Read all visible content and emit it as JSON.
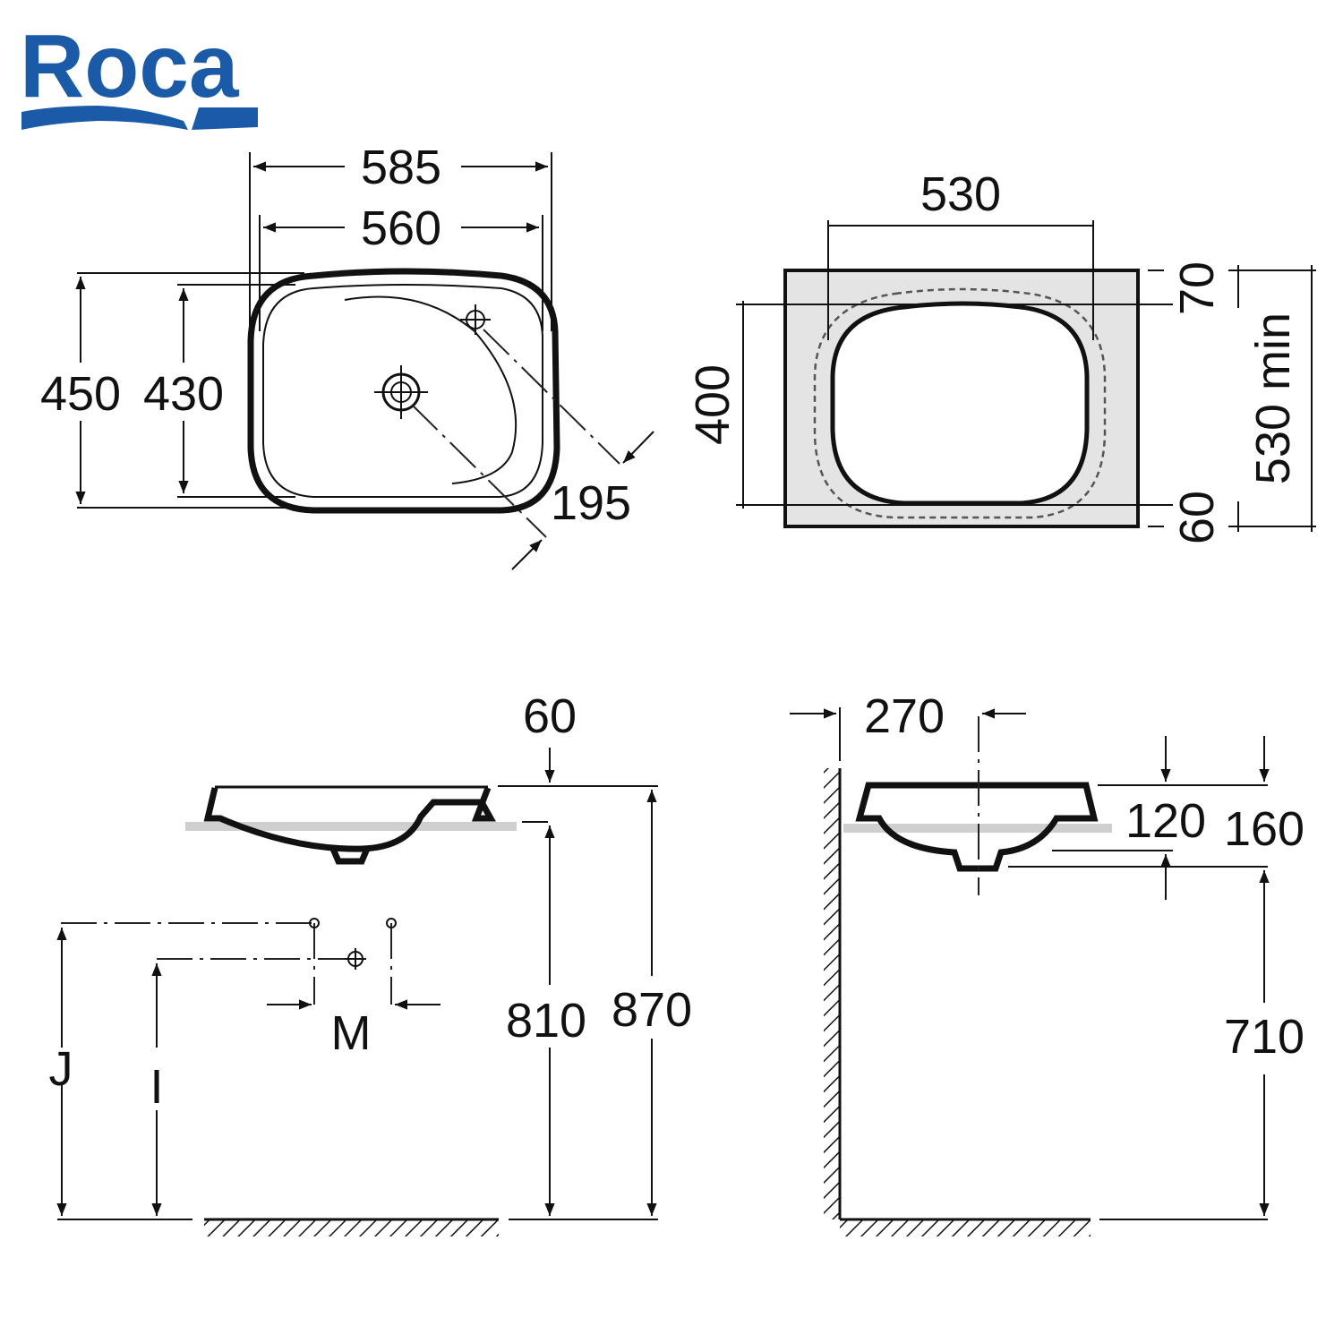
{
  "brand": {
    "name": "Roca",
    "color": "#1b5aa6"
  },
  "colors": {
    "line": "#111111",
    "counter_fill": "#e4e4e4",
    "counter_line_gray": "#cfcfcf"
  },
  "views": {
    "top_view": {
      "outer_width": "585",
      "inner_width": "560",
      "outer_depth": "450",
      "inner_depth": "430",
      "tap_distance": "195"
    },
    "cutout_view": {
      "cutout_width": "530",
      "cutout_depth": "400",
      "front_margin": "70",
      "back_margin": "60",
      "counter_min_depth": "530 min"
    },
    "front_elevation": {
      "rim_thickness": "60",
      "counter_height": "810",
      "rim_height": "870",
      "label_m": "M",
      "label_j": "J",
      "label_i": "I"
    },
    "side_elevation": {
      "wall_distance": "270",
      "bowl_depth_inner": "120",
      "bowl_depth_outer": "160",
      "outlet_height": "710"
    }
  }
}
